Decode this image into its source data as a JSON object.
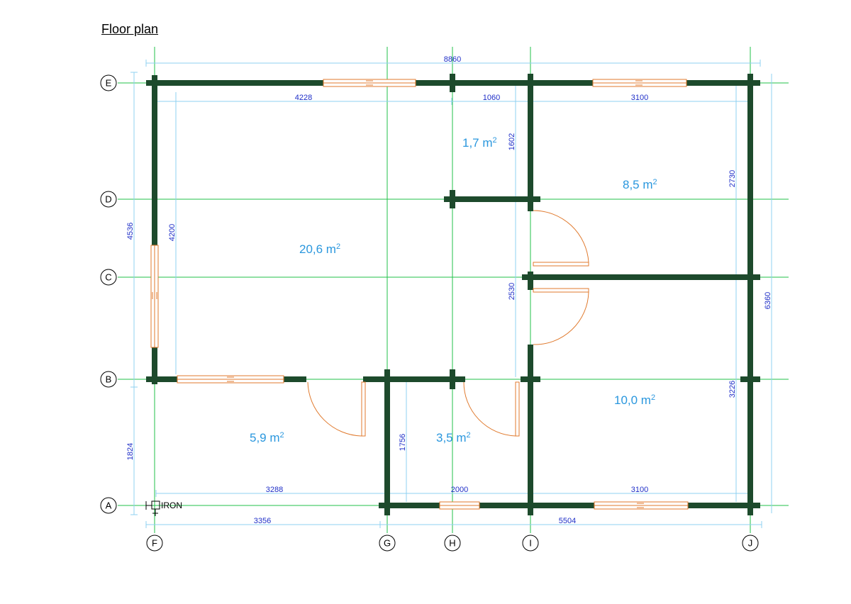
{
  "title": "Floor plan",
  "grid_axes": {
    "horizontal": [
      "E",
      "D",
      "C",
      "B",
      "A"
    ],
    "vertical": [
      "F",
      "G",
      "H",
      "I",
      "J"
    ]
  },
  "dimensions": {
    "overall_width": "8860",
    "overall_height": "6360",
    "left_upper": "4536",
    "left_lower": "1824",
    "top_room_width": "4228",
    "top_middle_width": "1060",
    "top_right_width": "3100",
    "room_height_left": "4200",
    "small_room_height": "1602",
    "right_room_upper": "2730",
    "corridor_height": "2530",
    "right_room_lower": "3226",
    "bottom_left_width": "3288",
    "bottom_middle_width": "2000",
    "bottom_right_width": "3100",
    "bath_height": "1756",
    "axis_fg": "3356",
    "axis_gj": "5504"
  },
  "areas": {
    "living": "20,6 m",
    "small_store": "1,7 m",
    "bedroom_upper": "8,5 m",
    "bedroom_lower": "10,0 m",
    "terrace": "5,9 m",
    "bathroom": "3,5 m",
    "unit_superscript": "2"
  },
  "annotations": {
    "iron": "IRON"
  },
  "colors": {
    "wall": "#1d4a2c",
    "grid": "#21c24a",
    "dimension": "#1f2fc8",
    "dimension_line": "#8fd0f0",
    "window_door": "#e07a2e",
    "area_text": "#2a97de"
  }
}
